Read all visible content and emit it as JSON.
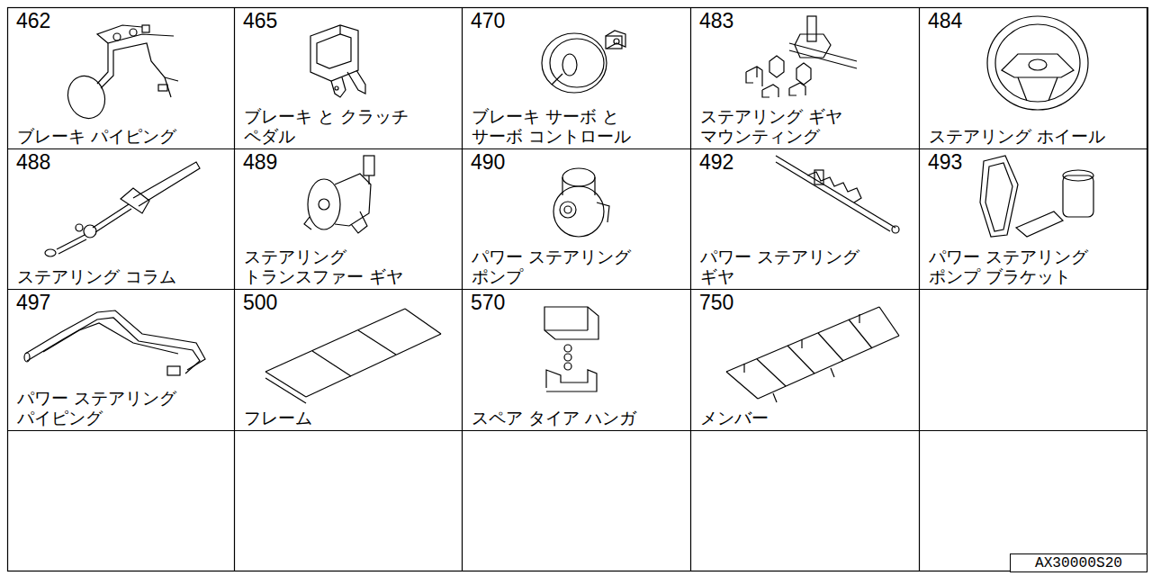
{
  "diagram": {
    "nodes": [
      {
        "text": [
          "462",
          "ブレーキ パイピング"
        ]
      },
      {
        "text": [
          "465",
          "ブレーキ と クラッチ ペダル"
        ]
      },
      {
        "text": [
          "470",
          "ブレーキ サーボ と サーボ コントロール"
        ]
      },
      {
        "text": [
          "483",
          "ステアリング ギヤ マウンティング"
        ]
      },
      {
        "text": [
          "484",
          "ステアリング ホイール"
        ]
      },
      {
        "text": [
          "488",
          "ステアリング コラム"
        ]
      },
      {
        "text": [
          "489",
          "ステアリング トランスファー ギヤ"
        ]
      },
      {
        "text": [
          "490",
          "パワー ステアリング ポンプ"
        ]
      },
      {
        "text": [
          "492",
          "パワー ステアリング ギヤ"
        ]
      },
      {
        "text": [
          "493",
          "パワー ステアリング ポンプ ブラケット"
        ]
      },
      {
        "text": [
          "497",
          "パワー ステアリング パイピング"
        ]
      },
      {
        "text": [
          "500",
          "フレーム"
        ]
      },
      {
        "text": [
          "570",
          "スペア タイア ハンガ"
        ]
      },
      {
        "text": [
          "750",
          "メンバー"
        ]
      },
      {
        "text": [
          "AX30000S20"
        ]
      }
    ]
  }
}
